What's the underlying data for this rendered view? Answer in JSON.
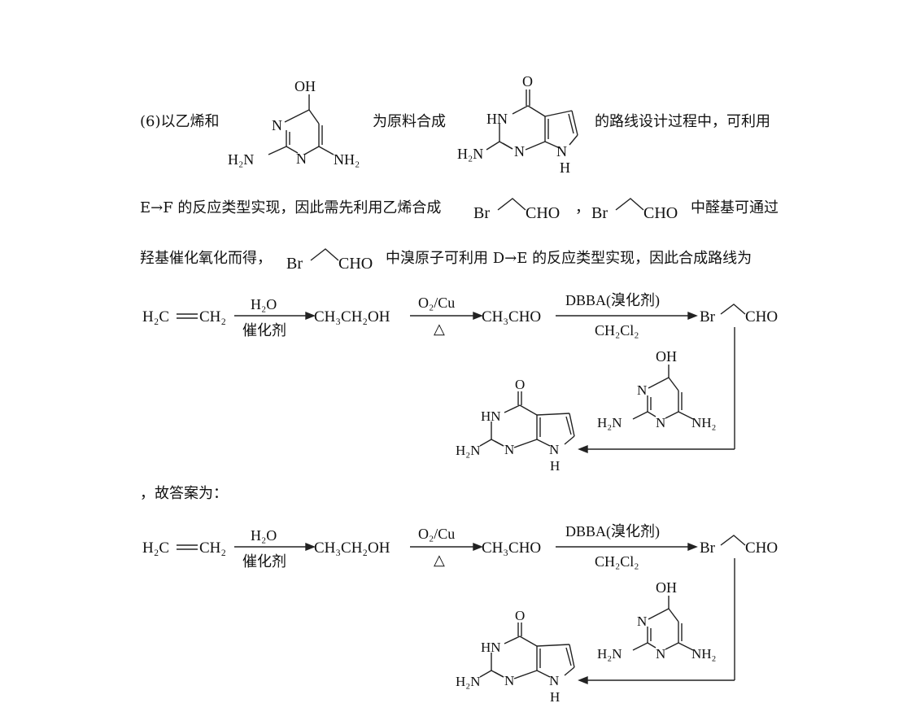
{
  "para1": {
    "part1": "(6)以乙烯和",
    "part2": "为原料合成",
    "part3": "的路线设计过程中，可利用"
  },
  "para2": {
    "part1": "E→F 的反应类型实现，因此需先利用乙烯合成",
    "sep": "，",
    "part2": "中醛基可通过"
  },
  "para3": {
    "part1": "羟基催化氧化而得，",
    "part2": "中溴原子可利用 D→E 的反应类型实现，因此合成路线为"
  },
  "para4": {
    "text": "，故答案为："
  },
  "labels": {
    "oh": "OH",
    "o": "O",
    "n": "N",
    "hn": "HN",
    "h": "H",
    "br": "Br",
    "cho": "CHO",
    "h2n": "H₂N",
    "nh2": "NH₂"
  },
  "route": {
    "ethylene_left": "H₂C",
    "ethylene_right": "CH₂",
    "step1_top": "H₂O",
    "step1_bottom": "催化剂",
    "ethanol": "CH₃CH₂OH",
    "step2_top": "O₂/Cu",
    "step2_bottom": "△",
    "acetaldehyde": "CH₃CHO",
    "step3_top": "DBBA(溴化剂)",
    "step3_bottom": "CH₂Cl₂"
  }
}
